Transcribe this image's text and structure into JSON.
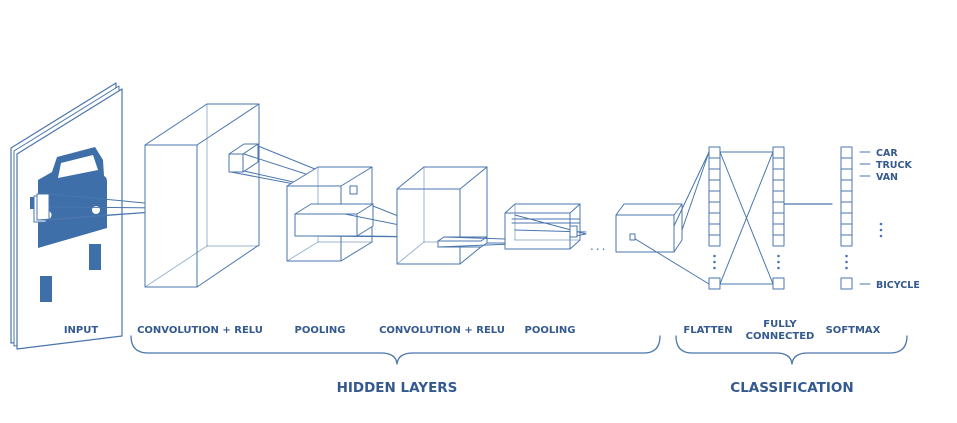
{
  "colors": {
    "line": "#4a76ad",
    "fill": "#3f6fa8",
    "text": "#34598f",
    "background": "#ffffff"
  },
  "stages": {
    "input": "INPUT",
    "conv1": "CONVOLUTION + RELU",
    "pool1": "POOLING",
    "conv2": "CONVOLUTION + RELU",
    "pool2": "POOLING",
    "flatten": "FLATTEN",
    "fully_connected_line1": "FULLY",
    "fully_connected_line2": "CONNECTED",
    "softmax": "SOFTMAX"
  },
  "groups": {
    "hidden": "HIDDEN LAYERS",
    "classification": "CLASSIFICATION"
  },
  "classes": [
    "CAR",
    "TRUCK",
    "VAN",
    "BICYCLE"
  ],
  "ellipsis": "...",
  "input_icon": "car-icon"
}
